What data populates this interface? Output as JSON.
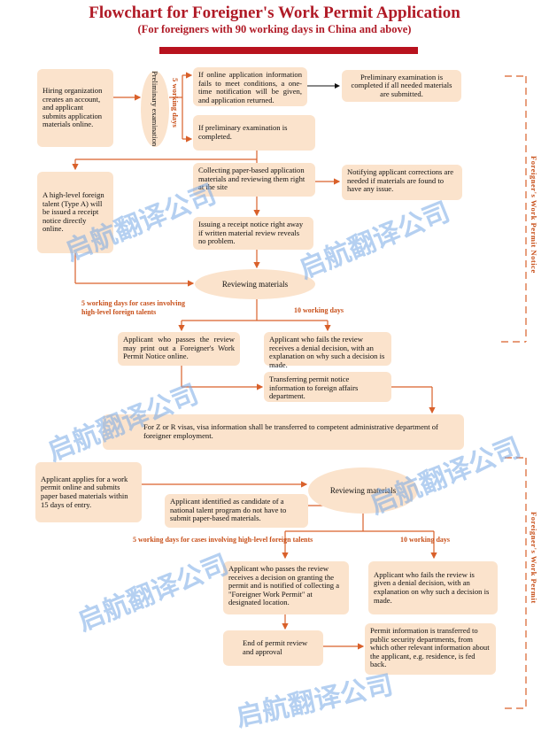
{
  "header": {
    "title": "Flowchart for Foreigner's Work Permit Application",
    "subtitle": "(For foreigners with 90 working days in China and above)"
  },
  "nodes": {
    "hiring": "Hiring organization creates an account, and applicant submits application materials online.",
    "prelim_exam": "Preliminary examination",
    "five_days": "5 working days",
    "online_info_fail": "If online application information fails to meet conditions, a one-time notification will be given, and application returned.",
    "prelim_completed_after": "Preliminary examination is completed if all needed materials are submitted.",
    "prelim_completed": "If preliminary examination is completed.",
    "high_level": "A high-level foreign talent (Type A) will be issued a receipt notice directly online.",
    "collecting": "Collecting paper-based application materials and reviewing them right at the site",
    "notifying": "Notifying applicant corrections are needed if materials are found to have any issue.",
    "receipt_notice": "Issuing a receipt notice right away if written material review reveals no problem.",
    "reviewing1": "Reviewing materials",
    "passes1": "Applicant who passes the review may print out a Foreigner's Work Permit Notice online.",
    "fails1": "Applicant who fails the review receives a denial decision, with an explanation on why such a decision is made.",
    "transferring": "Transferring permit notice information to foreign affairs department.",
    "visa_info": "For Z or R visas, visa information shall be transferred to competent administrative department of foreigner employment.",
    "apply_online": "Applicant applies for a work permit online and submits paper based materials within 15 days of entry.",
    "candidate": "Applicant identified as candidate of a national talent program do not have to submit paper-based materials.",
    "reviewing2": "Reviewing materials",
    "passes2": "Applicant who passes the review receives a decision on granting the permit and is notified of collecting a \"Foreigner Work Permit\" at designated location.",
    "fails2": "Applicant who fails the review is given a denial decision, with an explanation on why such a decision is made.",
    "end_review": "End of permit review and approval",
    "transferred_security": "Permit information is transferred to public security departments, from which other relevant information about the applicant, e.g. residence, is fed back."
  },
  "labels": {
    "five_days_high_1": "5 working days for cases involving",
    "five_days_high_2": "high-level foreign talents",
    "ten_days_1": "10 working days",
    "five_days_high_full": "5 working days for cases involving high-level foreign talents",
    "ten_days_2": "10 working days"
  },
  "sections": {
    "notice": "Foreigner's Work Permit Notice",
    "permit": "Foreigner's Work Permit"
  },
  "watermark": "启航翻译公司",
  "colors": {
    "title": "#b01a26",
    "box": "#fbe3cc",
    "arrow": "#d9602a",
    "label": "#c8501a",
    "bar": "#b8121e"
  }
}
